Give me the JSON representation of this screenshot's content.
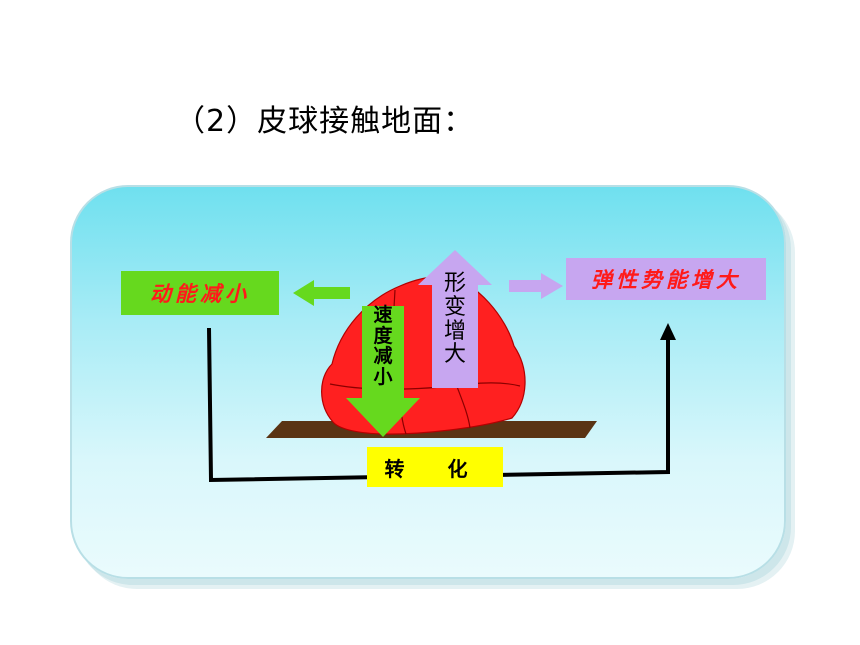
{
  "heading": "（2）皮球接触地面：",
  "labels": {
    "kinetic": "动能减小",
    "elastic": "弹性势能增大",
    "speed_chars": [
      "速",
      "度",
      "减",
      "小"
    ],
    "deform_chars": [
      "形",
      "变",
      "增",
      "大"
    ],
    "conversion": "转 化"
  },
  "colors": {
    "green": "#66d91e",
    "purple": "#c7a6f0",
    "yellow": "#ffff00",
    "ball_red": "#ff2020",
    "ground_brown": "#5a3414",
    "label_red": "#ff1a1a"
  }
}
